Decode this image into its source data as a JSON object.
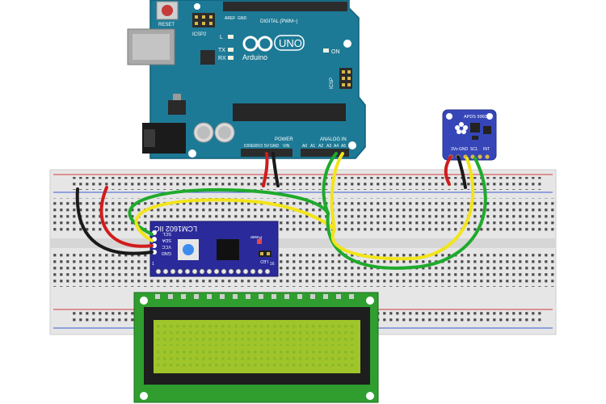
{
  "arduino": {
    "reset_label": "RESET",
    "icsp2_label": "ICSP2",
    "icsp_label": "ICSP",
    "l_label": "L",
    "tx_label": "TX",
    "rx_label": "RX",
    "on_label": "ON",
    "brand_label": "Arduino",
    "model_label": "UNO",
    "digital_label": "DIGITAL (PWM~)",
    "power_label": "POWER",
    "analog_label": "ANALOG IN",
    "aref_label": "AREF",
    "gnd_label": "GND",
    "ioref_label": "IOREF",
    "reset_pin_label": "RESET",
    "v33_label": "3V3",
    "v5_label": "5V",
    "vin_label": "VIN",
    "a0_label": "A0",
    "a1_label": "A1",
    "a2_label": "A2",
    "a3_label": "A3",
    "a4_label": "A4",
    "a5_label": "A5",
    "board_color": "#1d7a96",
    "board_edge": "#0f5f78"
  },
  "i2c_module": {
    "title": "LCM1602 IIC",
    "scl_label": "SCL",
    "sda_label": "SDA",
    "vcc_label": "VCC",
    "gnd_label": "GND",
    "power_label": "Power",
    "led_label": "LED",
    "pin1_label": "1",
    "pin16_label": "16",
    "color": "#2a2a9a"
  },
  "sensor": {
    "title": "APDS 9960",
    "vin_label": "3Vo",
    "gnd_label": "GND",
    "scl_label": "SCL",
    "int_label": "INT",
    "color": "#3646b8"
  },
  "breadboard": {
    "body_color": "#e4e4e4",
    "rail_red": "#d23c3c",
    "rail_blue": "#3c5ad2"
  },
  "lcd": {
    "pcb_color": "#2f9e2f",
    "screen_color": "#9fc52a"
  },
  "wires": {
    "red": "#d01c1c",
    "black": "#1a1a1a",
    "green": "#1faa2c",
    "yellow": "#f2e41a"
  },
  "icons": {
    "arduino_logo": "infinity-logo-icon",
    "adafruit_logo": "flower-logo-icon"
  }
}
